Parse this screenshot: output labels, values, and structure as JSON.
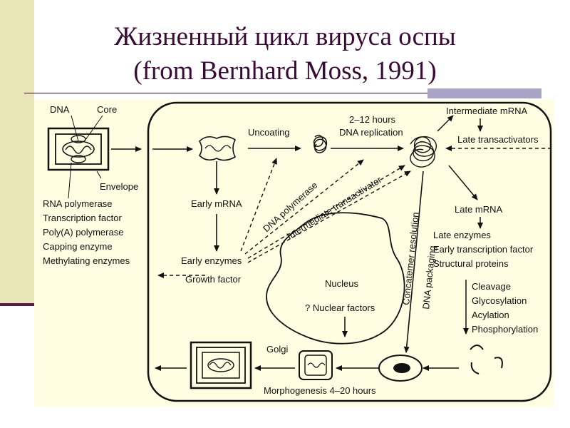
{
  "slide": {
    "title_line1": "Жизненный цикл вируса оспы",
    "title_line2": "(from Bernhard Moss, 1991)"
  },
  "diagram": {
    "labels": {
      "dna": "DNA",
      "core": "Core",
      "envelope": "Envelope",
      "virion_enzymes": [
        "RNA polymerase",
        "Transcription factor",
        "Poly(A) polymerase",
        "Capping enzyme",
        "Methylating enzymes"
      ],
      "uncoating": "Uncoating",
      "early_mrna": "Early mRNA",
      "early_enzymes": "Early enzymes",
      "growth_factor": "Growth factor",
      "hours_2_12": "2–12 hours",
      "dna_replication": "DNA replication",
      "dna_polymerase": "DNA polymerase",
      "intermediate_transactivator": "Intermediate transactivator",
      "intermediate_mrna": "Intermediate mRNA",
      "late_transactivators": "Late transactivators",
      "late_mrna": "Late mRNA",
      "late_products": [
        "Late enzymes",
        "Early transcription factor",
        "Structural proteins"
      ],
      "modifications": [
        "Cleavage",
        "Glycosylation",
        "Acylation",
        "Phosphorylation"
      ],
      "concatemer_resolution": "Concatemer resolution",
      "dna_packaging": "DNA packaging",
      "nucleus": "Nucleus",
      "nuclear_factors": "? Nuclear factors",
      "golgi": "Golgi",
      "morphogenesis": "Morphogenesis 4–20 hours"
    }
  }
}
